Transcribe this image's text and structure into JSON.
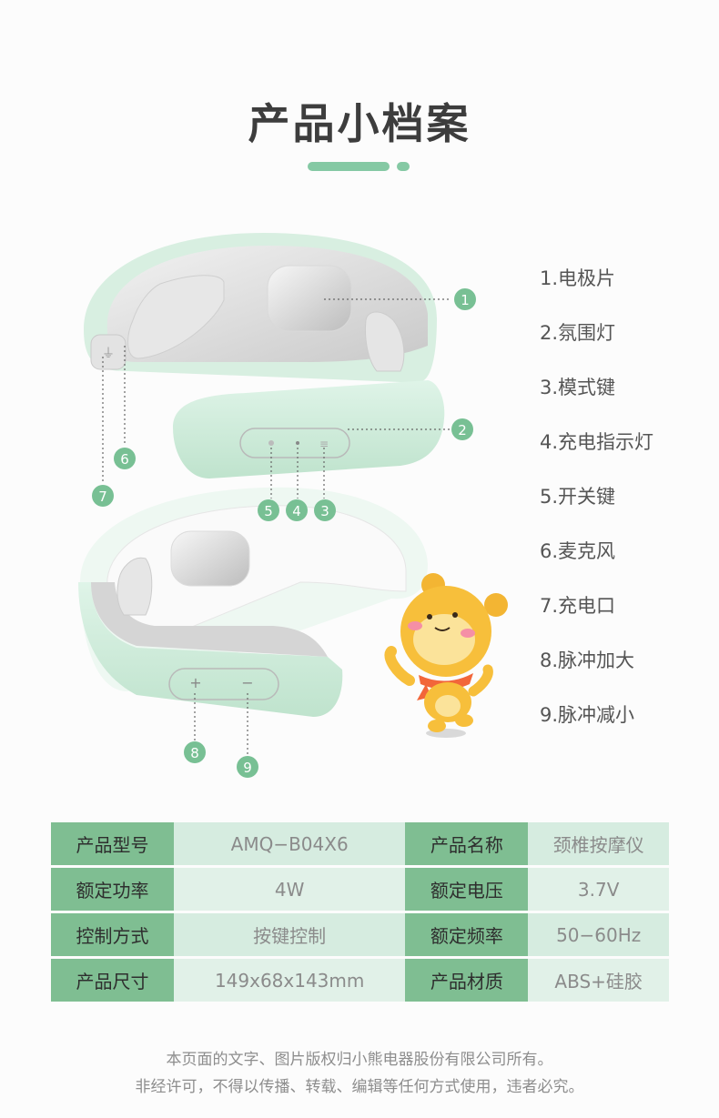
{
  "title": "产品小档案",
  "colors": {
    "accent": "#85c9a4",
    "key_cell": "#7fbe92",
    "value_cell": "#d6ece0",
    "device_green": "#cfeedd"
  },
  "callouts": [
    "1",
    "2",
    "3",
    "4",
    "5",
    "6",
    "7",
    "8",
    "9"
  ],
  "device_labels": {
    "plus": "+",
    "minus": "−"
  },
  "parts": [
    "1.电极片",
    "2.氛围灯",
    "3.模式键",
    "4.充电指示灯",
    "5.开关键",
    "6.麦克风",
    "7.充电口",
    "8.脉冲加大",
    "9.脉冲减小"
  ],
  "specs": [
    {
      "k1": "产品型号",
      "v1": "AMQ−B04X6",
      "k2": "产品名称",
      "v2": "颈椎按摩仪"
    },
    {
      "k1": "额定功率",
      "v1": "4W",
      "k2": "额定电压",
      "v2": "3.7V"
    },
    {
      "k1": "控制方式",
      "v1": "按键控制",
      "k2": "额定频率",
      "v2": "50−60Hz"
    },
    {
      "k1": "产品尺寸",
      "v1": "149x68x143mm",
      "k2": "产品材质",
      "v2": "ABS+硅胶"
    }
  ],
  "footer": [
    "本页面的文字、图片版权归小熊电器股份有限公司所有。",
    "非经许可，不得以传播、转载、编辑等任何方式使用，违者必究。"
  ]
}
